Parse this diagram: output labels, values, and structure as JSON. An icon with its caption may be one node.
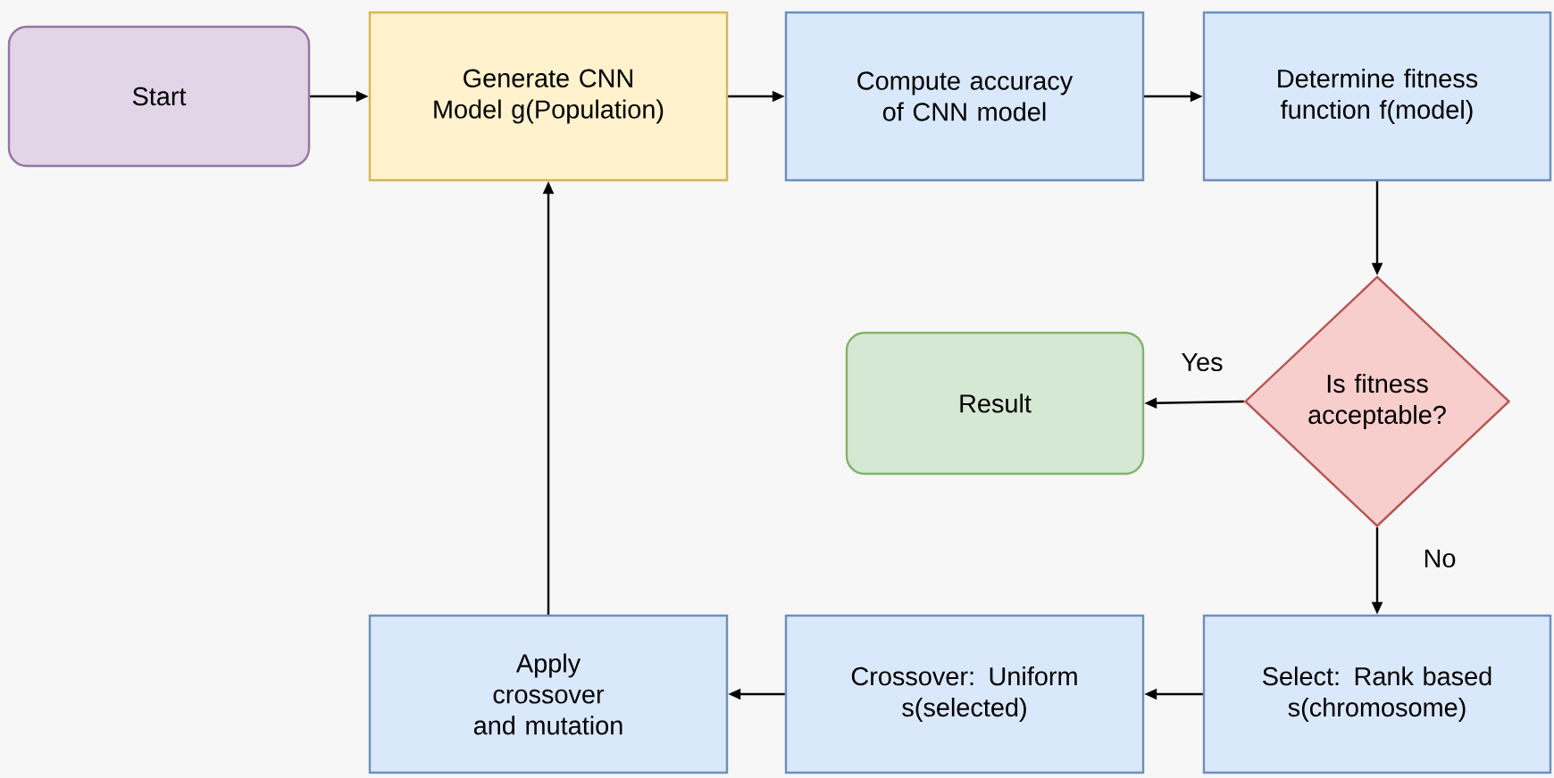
{
  "diagram": {
    "nodes": [
      {
        "text": [
          "Start"
        ]
      },
      {
        "text": [
          "Generate CNN Model g(Population)"
        ]
      },
      {
        "text": [
          "Compute accuracy of CNN model"
        ]
      },
      {
        "text": [
          "Determine fitness function f(model)"
        ]
      },
      {
        "text": [
          "Is fitness acceptable?"
        ]
      },
      {
        "text": [
          "Result"
        ]
      },
      {
        "text": [
          "Select: Rank based s(chromosome)"
        ]
      },
      {
        "text": [
          "Crossover: Uniform s(selected)"
        ]
      },
      {
        "text": [
          "Apply crossover and mutation"
        ]
      }
    ],
    "edges": [
      {
        "from": 0,
        "to": 1,
        "arrow": "to"
      },
      {
        "from": 1,
        "to": 2,
        "arrow": "to"
      },
      {
        "from": 2,
        "to": 3,
        "arrow": "to"
      },
      {
        "from": 3,
        "to": 4,
        "arrow": "to"
      },
      {
        "from": 4,
        "to": 5,
        "arrow": "to",
        "label": "Yes"
      },
      {
        "from": 4,
        "to": 6,
        "arrow": "to",
        "label": "No"
      },
      {
        "from": 6,
        "to": 7,
        "arrow": "to"
      },
      {
        "from": 7,
        "to": 8,
        "arrow": "to"
      },
      {
        "from": 8,
        "to": 1,
        "arrow": "to"
      }
    ]
  }
}
